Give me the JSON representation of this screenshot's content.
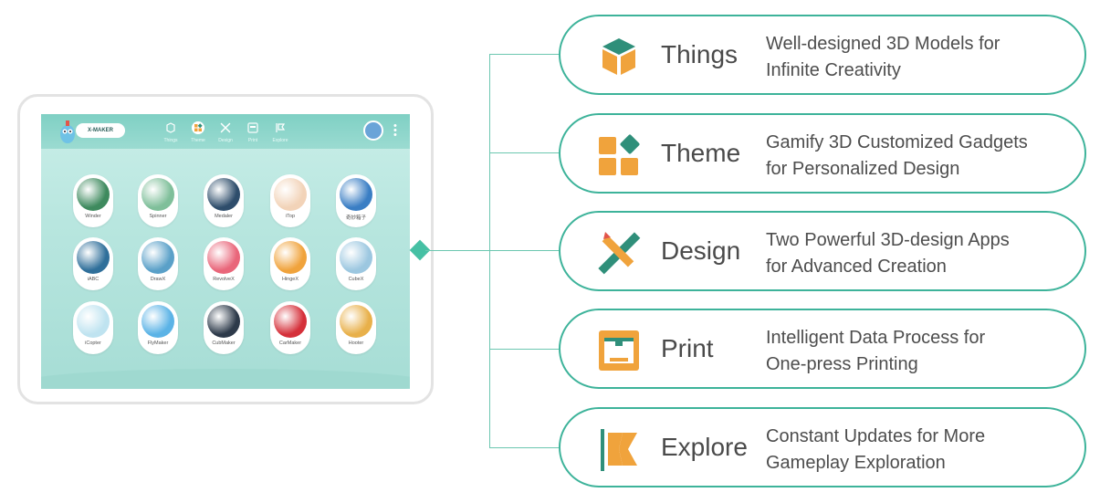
{
  "tablet": {
    "brand": "X-MAKER",
    "nav": [
      {
        "label": "Things"
      },
      {
        "label": "Theme"
      },
      {
        "label": "Design"
      },
      {
        "label": "Print"
      },
      {
        "label": "Explore"
      }
    ],
    "apps": [
      {
        "label": "Winder",
        "color": "#3e8a5e"
      },
      {
        "label": "Spinner",
        "color": "#7fbf9a"
      },
      {
        "label": "Medaler",
        "color": "#2e4d6b"
      },
      {
        "label": "iTop",
        "color": "#f2d3b8"
      },
      {
        "label": "奇妙箱子",
        "color": "#3a7ec4"
      },
      {
        "label": "iABC",
        "color": "#2f6f9a"
      },
      {
        "label": "DrawX",
        "color": "#5aa0c8"
      },
      {
        "label": "RevolveX",
        "color": "#e9667a"
      },
      {
        "label": "HingeX",
        "color": "#f0a33c"
      },
      {
        "label": "CubeX",
        "color": "#9cc7e0"
      },
      {
        "label": "iCopter",
        "color": "#bfe3f0"
      },
      {
        "label": "FlyMaker",
        "color": "#5bb3e6"
      },
      {
        "label": "CubMaker",
        "color": "#2d3a4a"
      },
      {
        "label": "CarMaker",
        "color": "#d5303a"
      },
      {
        "label": "Hooter",
        "color": "#e8b04a"
      }
    ]
  },
  "features": [
    {
      "name": "Things",
      "desc1": "Well-designed 3D Models for",
      "desc2": "Infinite Creativity",
      "icon": "cube-icon"
    },
    {
      "name": "Theme",
      "desc1": "Gamify 3D Customized Gadgets",
      "desc2": "for Personalized Design",
      "icon": "tiles-icon"
    },
    {
      "name": "Design",
      "desc1": "Two Powerful 3D-design Apps",
      "desc2": "for Advanced Creation",
      "icon": "pencil-ruler-icon"
    },
    {
      "name": "Print",
      "desc1": "Intelligent Data Process for",
      "desc2": "One-press Printing",
      "icon": "printer-icon"
    },
    {
      "name": "Explore",
      "desc1": "Constant Updates for More",
      "desc2": "Gameplay Exploration",
      "icon": "flag-icon"
    }
  ],
  "colors": {
    "accent": "#3db39a",
    "orange": "#f0a33c",
    "teal": "#2f8f7a"
  }
}
